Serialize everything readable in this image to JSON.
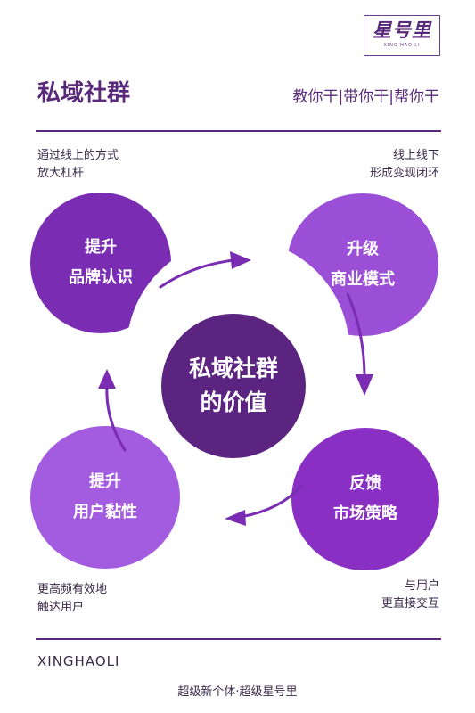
{
  "logo": {
    "main": "星号里",
    "sub": "XING HAO LI"
  },
  "header": {
    "title": "私域社群",
    "slogan": "教你干|带你干|帮你干"
  },
  "notes": {
    "top_left": [
      "通过线上的方式",
      "放大杠杆"
    ],
    "top_right": [
      "线上线下",
      "形成变现闭环"
    ],
    "bottom_left": [
      "更高频有效地",
      "触达用户"
    ],
    "bottom_right": [
      "与用户",
      "更直接交互"
    ]
  },
  "circles": {
    "top_left": [
      "提升",
      "品牌认识"
    ],
    "top_right": [
      "升级",
      "商业模式"
    ],
    "bottom_left": [
      "提升",
      "用户黏性"
    ],
    "bottom_right": [
      "反馈",
      "市场策略"
    ]
  },
  "center": [
    "私域社群",
    "的价值"
  ],
  "footer": {
    "brand": "XINGHAOLI",
    "tagline": "超级新个体·超级星号里"
  },
  "colors": {
    "primary": "#5a2a7a",
    "center": "#5a2480",
    "top_left": "#7a2db3",
    "top_right": "#9b4fd6",
    "bottom_left": "#a35be0",
    "bottom_right": "#8a2fc4"
  }
}
